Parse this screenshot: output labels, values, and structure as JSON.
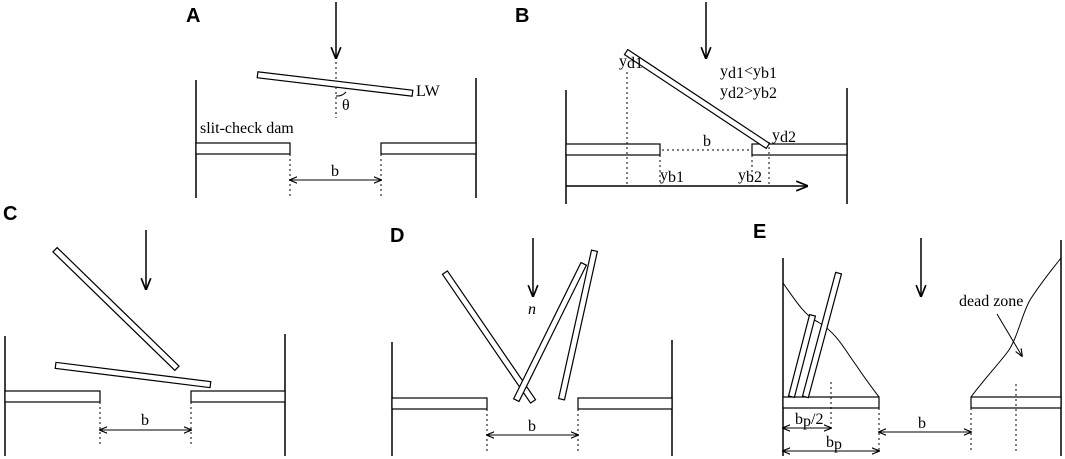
{
  "panels": {
    "a": {
      "letter": "A",
      "log_label": "LW",
      "angle_label": "θ",
      "dam_label": "slit-check dam",
      "gap_label": "b"
    },
    "b": {
      "letter": "B",
      "gap_label": "b",
      "yd1_base": "y",
      "yd1_sub": "d1",
      "yd2_base": "y",
      "yd2_sub": "d2",
      "yb1_base": "y",
      "yb1_sub": "b1",
      "yb2_base": "y",
      "yb2_sub": "b2",
      "cond1": {
        "a_base": "y",
        "a_sub": "d1",
        "op": "<",
        "b_base": "y",
        "b_sub": "b1"
      },
      "cond2": {
        "a_base": "y",
        "a_sub": "d2",
        "op": ">",
        "b_base": "y",
        "b_sub": "b2"
      }
    },
    "c": {
      "letter": "C",
      "gap_label": "b"
    },
    "d": {
      "letter": "D",
      "flow_label": "n",
      "gap_label": "b"
    },
    "e": {
      "letter": "E",
      "dead_zone_label": "dead zone",
      "gap_label": "b",
      "half_base": "b",
      "half_sub": "p",
      "half_suffix": "/2",
      "full_base": "b",
      "full_sub": "p"
    }
  }
}
